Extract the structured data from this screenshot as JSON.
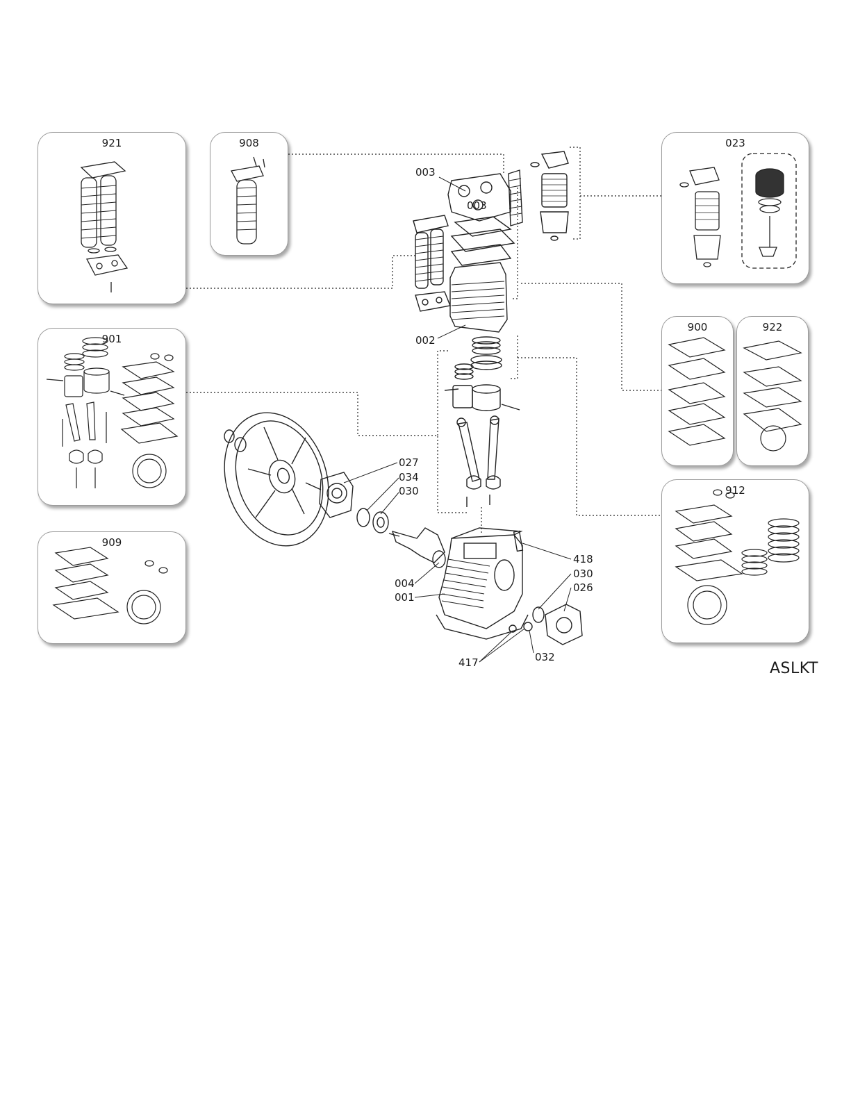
{
  "diagram": {
    "model_code": "ASLKT",
    "kits": [
      {
        "id": "921"
      },
      {
        "id": "908"
      },
      {
        "id": "023"
      },
      {
        "id": "901"
      },
      {
        "id": "900"
      },
      {
        "id": "922"
      },
      {
        "id": "912"
      },
      {
        "id": "909"
      }
    ],
    "callouts": {
      "c003a": "003",
      "c003b": "003",
      "c002": "002",
      "c027": "027",
      "c034": "034",
      "c030a": "030",
      "c004": "004",
      "c001": "001",
      "c418": "418",
      "c030b": "030",
      "c026": "026",
      "c417": "417",
      "c032": "032"
    }
  }
}
